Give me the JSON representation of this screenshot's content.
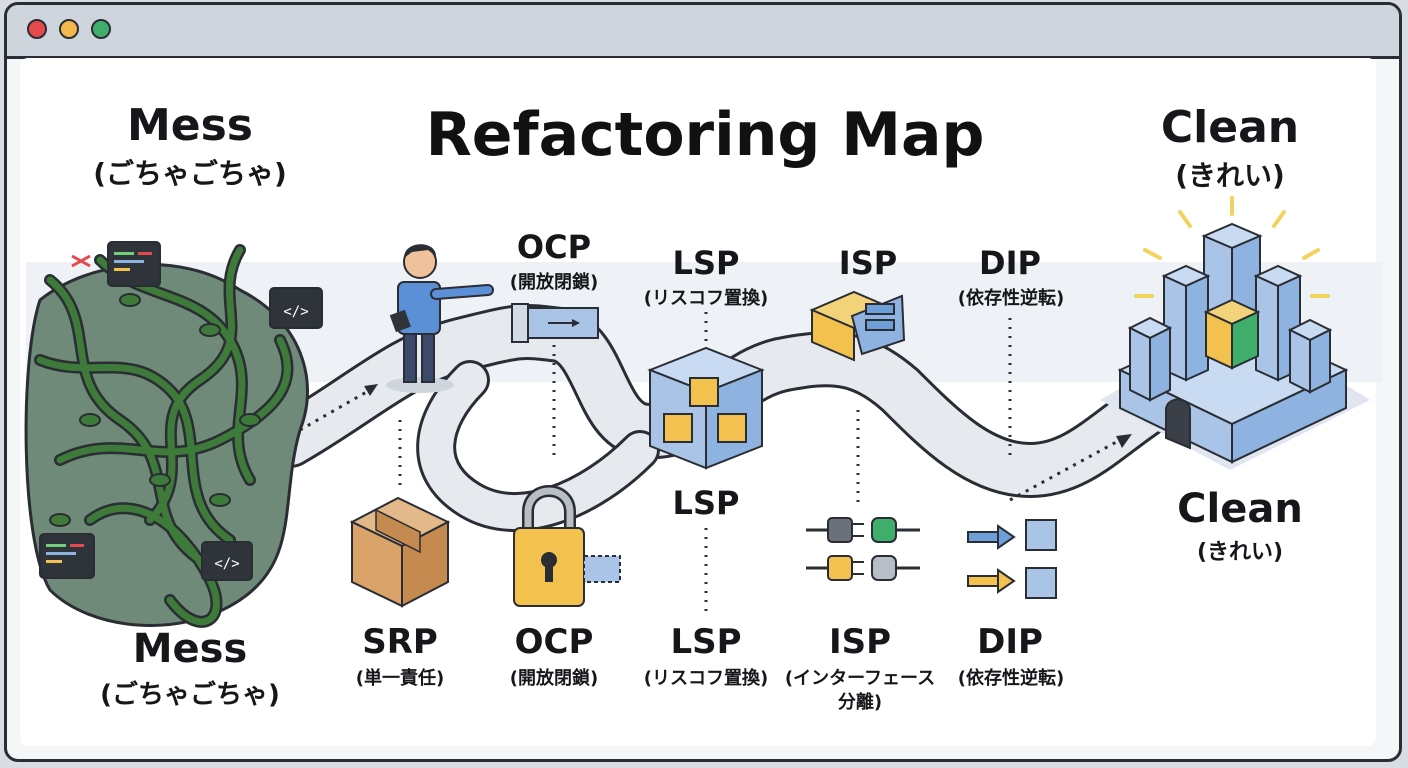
{
  "window": {
    "traffic_lights": [
      {
        "name": "close",
        "color": "#e5484d"
      },
      {
        "name": "minimize",
        "color": "#f2b84b"
      },
      {
        "name": "maximize",
        "color": "#3fae6a"
      }
    ]
  },
  "title": "Refactoring Map",
  "mess_top": {
    "label": "Mess",
    "sub": "(ごちゃごちゃ)"
  },
  "mess_bottom": {
    "label": "Mess",
    "sub": "(ごちゃごちゃ)"
  },
  "clean_top": {
    "label": "Clean",
    "sub": "(きれい)"
  },
  "clean_mid": {
    "label": "Clean",
    "sub": "(きれい)"
  },
  "top_labels": {
    "ocp": {
      "label": "OCP",
      "sub": "(開放閉鎖)"
    },
    "lsp": {
      "label": "LSP",
      "sub": "(リスコフ置換)"
    },
    "isp": {
      "label": "ISP"
    },
    "dip": {
      "label": "DIP",
      "sub": "(依存性逆転)"
    }
  },
  "middle_label": {
    "label": "LSP"
  },
  "bottom_labels": {
    "srp": {
      "label": "SRP",
      "sub": "(単一責任)"
    },
    "ocp": {
      "label": "OCP",
      "sub": "(開放閉鎖)"
    },
    "lsp": {
      "label": "LSP",
      "sub": "(リスコフ置換)"
    },
    "isp": {
      "label": "ISP",
      "sub": "(インターフェース",
      "sub2": "分離)"
    },
    "dip": {
      "label": "DIP",
      "sub": "(依存性逆転)"
    }
  },
  "colors": {
    "vine": "#3e7a3a",
    "blob": "#6f8a78",
    "road": "#e6e9ee",
    "outline": "#2a2d33",
    "box": "#d9a36a",
    "lock": "#f2c14e",
    "cube_blue": "#8fb3e0",
    "cube_yellow": "#f2c14e",
    "cube_green": "#3fae6a",
    "arrow_blue": "#6f9fd8",
    "arrow_yellow": "#f2c14e",
    "ray": "#f2d35e"
  },
  "code_windows": [
    {
      "icon": "code-window-icon",
      "text": "</>"
    },
    {
      "icon": "code-window-icon",
      "text": "</>"
    }
  ]
}
